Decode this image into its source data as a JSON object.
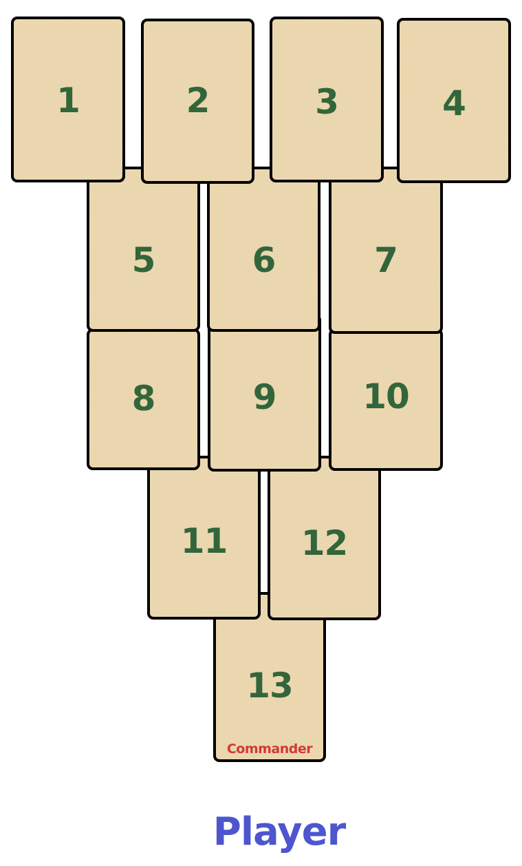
{
  "board": {
    "card_colors": {
      "fill": "#efdfbd",
      "texture": "#e6cfa2",
      "border": "#000000",
      "number": "#33653a",
      "commander": "#d23a34"
    },
    "cards": [
      {
        "label": "1"
      },
      {
        "label": "2"
      },
      {
        "label": "3"
      },
      {
        "label": "4"
      },
      {
        "label": "5"
      },
      {
        "label": "6"
      },
      {
        "label": "7"
      },
      {
        "label": "8"
      },
      {
        "label": "9"
      },
      {
        "label": "10"
      },
      {
        "label": "11"
      },
      {
        "label": "12"
      },
      {
        "label": "13",
        "role": "Commander"
      }
    ]
  },
  "player": {
    "label": "Player",
    "color": "#4d55cf"
  }
}
